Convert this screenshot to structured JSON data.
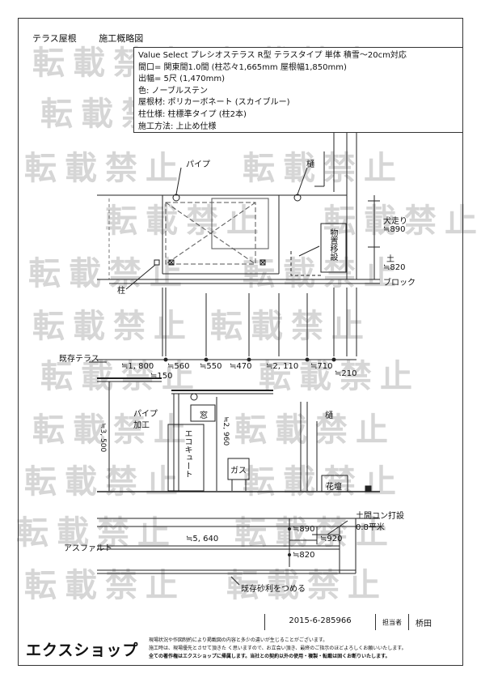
{
  "header": {
    "title": "テラス屋根",
    "subtitle": "施工概略図"
  },
  "spec": {
    "line1": "Value Select プレシオステラス R型 テラスタイプ 単体 積雪～20cm対応",
    "line2": "間口= 関東間1.0間 (柱芯々1,665mm 屋根幅1,850mm)",
    "line3": "出幅= 5尺 (1,470mm)",
    "line4": "色: ノーブルステン",
    "line5": "屋根材: ポリカーボネート (スカイブルー)",
    "line6": "柱仕様: 柱標準タイプ (柱2本)",
    "line7": "施工方法: 上止め仕様"
  },
  "plan": {
    "pipe": "パイプ",
    "gutter": "樋",
    "pillar": "柱",
    "shed": "物置移設",
    "dog_run": "犬走り",
    "dog_run_dim": "≒890",
    "soil": "土",
    "soil_dim": "≒820",
    "block": "ブロック"
  },
  "elevation": {
    "existing_terrace": "既存テラス",
    "d1800": "≒1, 800",
    "d560": "≒560",
    "d550": "≒550",
    "d470": "≒470",
    "d2110": "≒2, 110",
    "d710": "≒710",
    "d210": "≒210",
    "d150": "≒150",
    "pipe_work1": "パイプ",
    "pipe_work2": "加工",
    "window": "窓",
    "ecocute": "エコキュート",
    "height_total": "≒3, 500",
    "height_roof": "≒2, 960",
    "gutter": "樋",
    "gas": "ガス",
    "flowerbed": "花壇"
  },
  "ground": {
    "asphalt": "アスファルト",
    "d5640": "≒5, 640",
    "d890": "≒890",
    "d920": "≒920",
    "d820": "≒820",
    "concrete1": "土間コン打設",
    "concrete2": "0.8平米",
    "gravel": "既存砂利をつめる"
  },
  "footer": {
    "doc_number": "2015-6-285966",
    "person_label": "担当者",
    "person_name": "桥田",
    "logo": "エクスショップ",
    "notice1": "現場状況や作図制約により掲載図の内容と多少の違いが生じることがございます。",
    "notice2": "施工時は、現場優先とさせて頂きた く思いますので、お立会い頂き、最終のご指示のほどよろしくお願いいたします。",
    "notice3": "全ての著作権はエクスショップに帰属します。当社との契約以外の使用・複製・転載は固くお断りいたします。"
  },
  "watermark": "転載禁止"
}
